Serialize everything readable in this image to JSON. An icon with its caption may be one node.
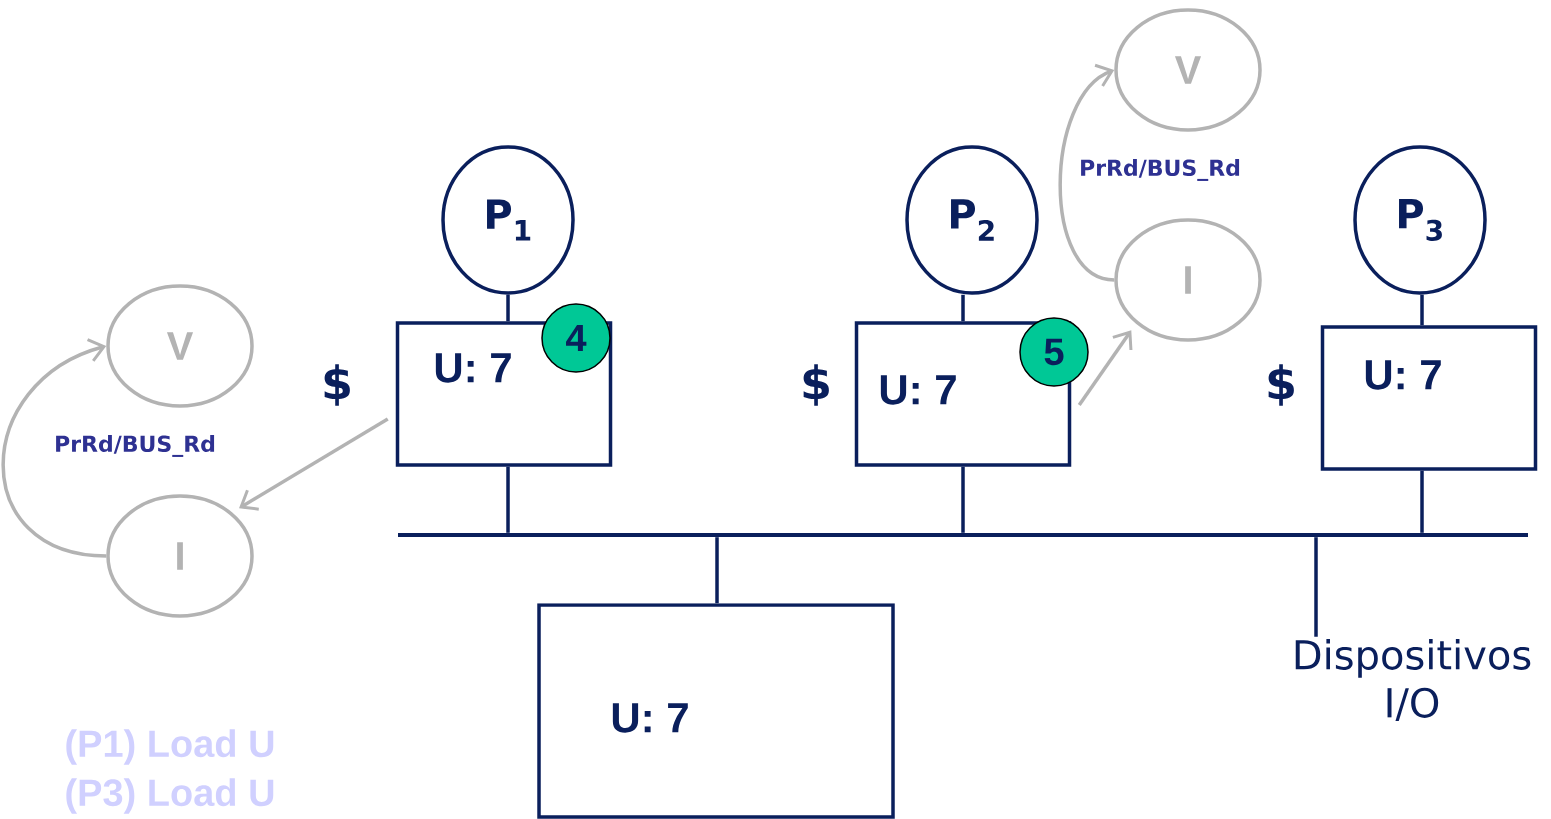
{
  "diagram": {
    "nodes": [
      {
        "text": [
          "P$_{1}$"
        ]
      },
      {
        "text": [
          "U: 7"
        ],
        "beside": [
          "$"
        ]
      },
      {
        "text": [
          "4"
        ]
      },
      {
        "text": [
          "P$_{2}$"
        ]
      },
      {
        "text": [
          "U: 7"
        ],
        "beside": [
          "$"
        ]
      },
      {
        "text": [
          "5"
        ]
      },
      {
        "text": [
          "P$_{3}$"
        ]
      },
      {
        "text": [
          "U: 7"
        ],
        "beside": [
          "$"
        ]
      },
      {
        "text": [
          "U: 7"
        ]
      },
      {
        "text": [],
        "shape": "bar"
      },
      {
        "text": [
          "Dispositivos I/O"
        ]
      },
      {
        "text": [
          "V"
        ]
      },
      {
        "text": [
          "I"
        ]
      },
      {
        "text": [
          "V"
        ]
      },
      {
        "text": [
          "I"
        ]
      }
    ],
    "edges": [
      {
        "from": 0,
        "to": 1,
        "arrow": "none"
      },
      {
        "from": 3,
        "to": 4,
        "arrow": "none"
      },
      {
        "from": 6,
        "to": 7,
        "arrow": "none"
      },
      {
        "from": 1,
        "to": 9,
        "arrow": "none"
      },
      {
        "from": 4,
        "to": 9,
        "arrow": "none"
      },
      {
        "from": 7,
        "to": 9,
        "arrow": "none"
      },
      {
        "from": 8,
        "to": 9,
        "arrow": "none"
      },
      {
        "from": 10,
        "to": 9,
        "arrow": "none"
      },
      {
        "from": 1,
        "to": 12,
        "arrow": "to",
        "color": "#b3b3b3"
      },
      {
        "from": 12,
        "to": 11,
        "arrow": "to",
        "label": "PrRd/BUS_Rd",
        "color": "#b3b3b3"
      },
      {
        "from": 4,
        "to": 14,
        "arrow": "to",
        "color": "#b3b3b3"
      },
      {
        "from": 14,
        "to": 13,
        "arrow": "to",
        "label": "PrRd/BUS_Rd",
        "color": "#b3b3b3"
      }
    ],
    "labels": [
      "(P1) Load U",
      "(P3) Load U"
    ]
  }
}
